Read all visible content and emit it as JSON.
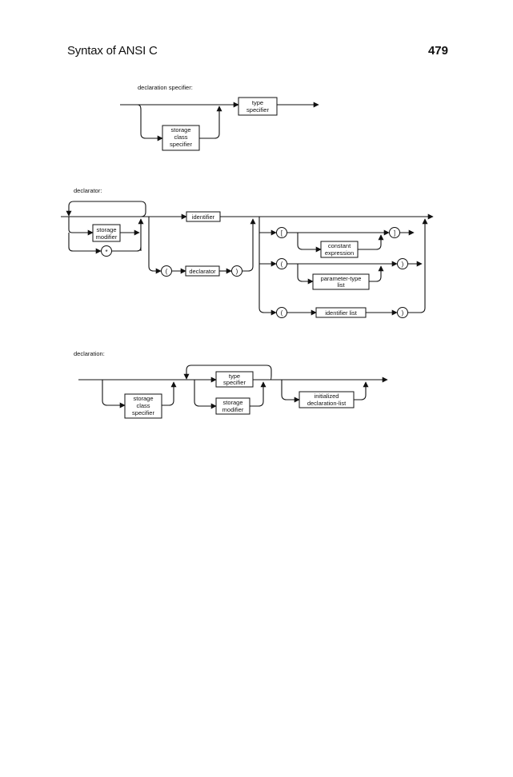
{
  "header": {
    "title": "Syntax of ANSI C",
    "page_number": "479"
  },
  "diagrams": {
    "declaration_specifier": {
      "title": "declaration specifier:",
      "type_specifier": [
        "type",
        "specifier"
      ],
      "storage_class_specifier": [
        "storage",
        "class",
        "specifier"
      ]
    },
    "declarator": {
      "title": "declarator:",
      "storage_modifier": [
        "storage",
        "modifier"
      ],
      "star": "*",
      "identifier": "identifier",
      "paren_open": "(",
      "inner_declarator": "declarator",
      "paren_close": ")",
      "bracket_open": "[",
      "constant_expression": [
        "constant",
        "expression"
      ],
      "bracket_close": "]",
      "paren_open_2": "(",
      "parameter_type_list": [
        "parameter-type",
        "list"
      ],
      "paren_close_2": ")",
      "paren_open_3": "(",
      "identifier_list": "identifier list",
      "paren_close_3": ")"
    },
    "declaration": {
      "title": "declaration:",
      "storage_class_specifier": [
        "storage",
        "class",
        "specifier"
      ],
      "type_specifier": [
        "type",
        "specifier"
      ],
      "storage_modifier": [
        "storage",
        "modifier"
      ],
      "initialized_declaration_list": [
        "initialized",
        "declaration-list"
      ]
    }
  }
}
